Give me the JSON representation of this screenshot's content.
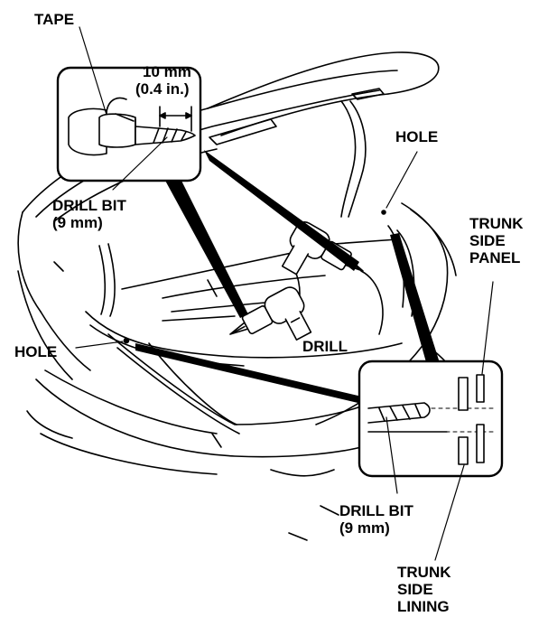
{
  "labels": {
    "tape": "TAPE",
    "dimension": [
      "10 mm",
      "(0.4 in.)"
    ],
    "drill_bit_top": [
      "DRILL BIT",
      "(9 mm)"
    ],
    "hole_top": "HOLE",
    "trunk_side_panel": [
      "TRUNK",
      "SIDE",
      "PANEL"
    ],
    "hole_left": "HOLE",
    "drill": "DRILL",
    "drill_bit_bottom": [
      "DRILL BIT",
      "(9 mm)"
    ],
    "trunk_side_lining": [
      "TRUNK",
      "SIDE",
      "LINING"
    ]
  }
}
